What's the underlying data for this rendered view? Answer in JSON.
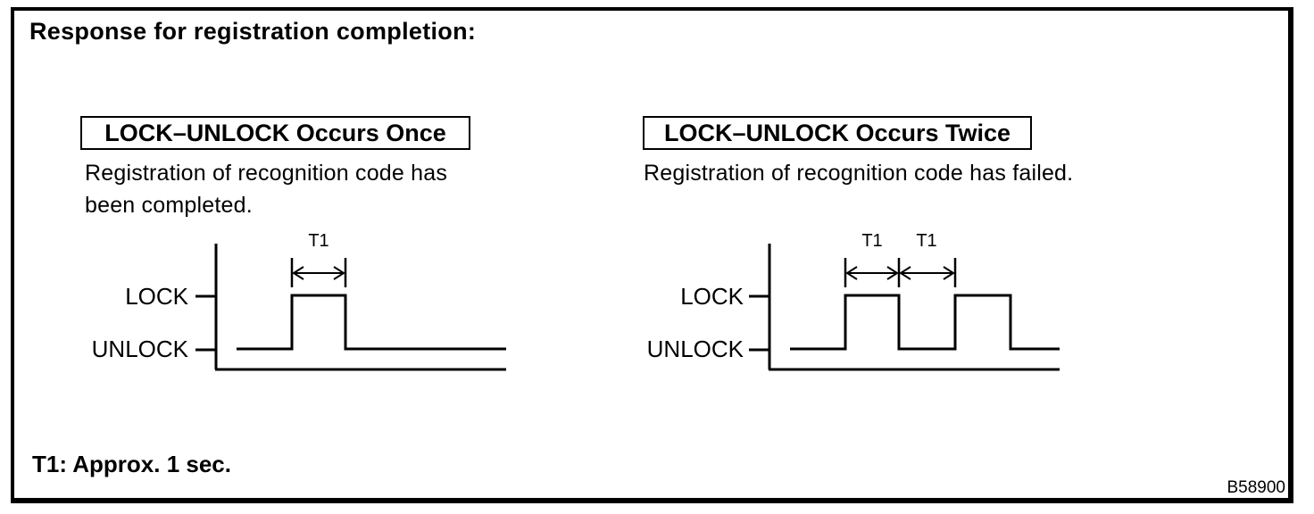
{
  "frame": {
    "title": "Response for registration completion:",
    "footnote": "T1: Approx. 1 sec.",
    "figure_code": "B58900"
  },
  "colors": {
    "ink": "#000000",
    "background": "#ffffff"
  },
  "panels": [
    {
      "heading": "LOCK–UNLOCK Occurs Once",
      "description": "Registration of recognition code has been completed.",
      "diagram": {
        "type": "timing-waveform",
        "high_label": "LOCK",
        "low_label": "UNLOCK",
        "pulse_count": 1,
        "intervals": [
          "T1"
        ]
      }
    },
    {
      "heading": "LOCK–UNLOCK Occurs Twice",
      "description": "Registration of recognition code has failed.",
      "diagram": {
        "type": "timing-waveform",
        "high_label": "LOCK",
        "low_label": "UNLOCK",
        "pulse_count": 2,
        "intervals": [
          "T1",
          "T1"
        ]
      }
    }
  ]
}
